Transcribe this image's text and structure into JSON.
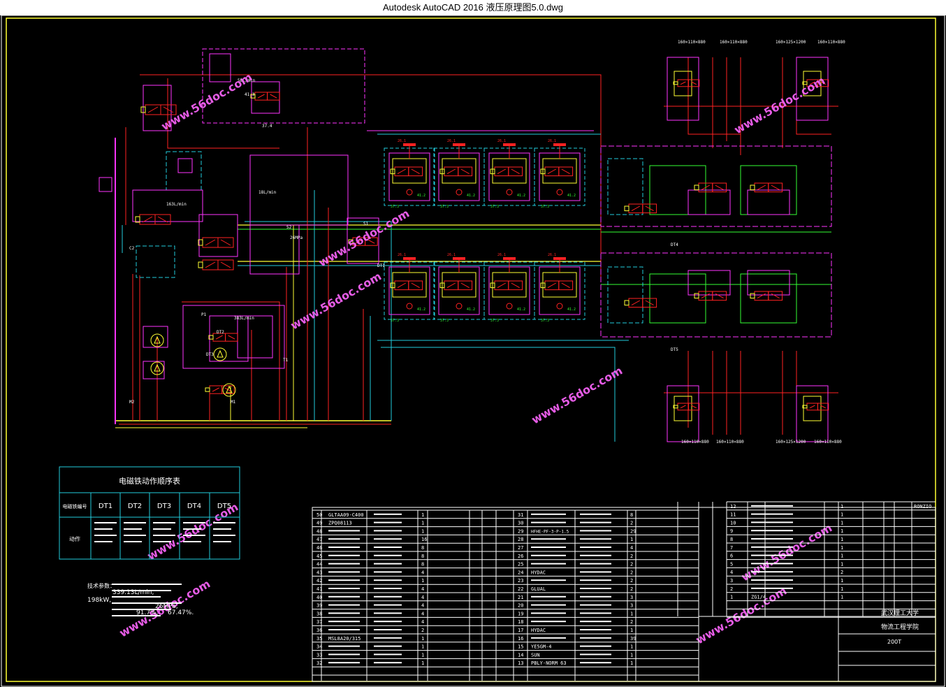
{
  "window": {
    "title": "Autodesk AutoCAD 2016    液压原理图5.0.dwg"
  },
  "watermark": "www.56doc.com",
  "colors": {
    "bg": "#000000",
    "magenta": "#ff33ff",
    "cyan": "#22ccdd",
    "red": "#ff2222",
    "yellow": "#ffff33",
    "green": "#33ff33",
    "white": "#ffffff"
  },
  "solenoid_table": {
    "title": "电磁铁动作顺序表",
    "header": [
      "电磁铁编号",
      "DT1",
      "DT2",
      "DT3",
      "DT4",
      "DT5"
    ],
    "row_label": "动作"
  },
  "notes": {
    "label": "技术参数：",
    "lines": [
      "339.13L/min,",
      "198kW,",
      "26MPa,",
      "91.7%,",
      "67.47%."
    ]
  },
  "diagram_labels": [
    "383L/min",
    "5BL/min",
    "18L/min",
    "163L/min",
    "26MPa",
    "C2",
    "S1",
    "S2",
    "P1",
    "T1",
    "M1",
    "M2",
    "DT1",
    "DT2",
    "DT3",
    "DT4",
    "DT5",
    "37.4",
    "41.3"
  ],
  "cylinder_labels": [
    "160×110×880",
    "160×110×880",
    "160×125×1200",
    "160×110×880"
  ],
  "bom": {
    "left_rows": [
      {
        "no": "50",
        "code": "GLTAA09-C400",
        "qty": "1"
      },
      {
        "no": "49",
        "code": "ZPQ08113",
        "qty": "1"
      },
      {
        "no": "48",
        "code": "",
        "qty": "1"
      },
      {
        "no": "47",
        "code": "",
        "qty": "16"
      },
      {
        "no": "46",
        "code": "",
        "qty": "8"
      },
      {
        "no": "45",
        "code": "",
        "qty": "8"
      },
      {
        "no": "44",
        "code": "",
        "qty": "8"
      },
      {
        "no": "43",
        "code": "",
        "qty": "4"
      },
      {
        "no": "42",
        "code": "",
        "qty": "1"
      },
      {
        "no": "41",
        "code": "",
        "qty": "4"
      },
      {
        "no": "40",
        "code": "",
        "qty": "4"
      },
      {
        "no": "39",
        "code": "",
        "qty": "4"
      },
      {
        "no": "38",
        "code": "",
        "qty": "4"
      },
      {
        "no": "37",
        "code": "",
        "qty": "4"
      },
      {
        "no": "36",
        "code": "",
        "qty": "2"
      },
      {
        "no": "35",
        "code": "MSL8A20/315",
        "qty": "1"
      },
      {
        "no": "34",
        "code": "",
        "qty": "1"
      },
      {
        "no": "33",
        "code": "",
        "qty": "1"
      },
      {
        "no": "32",
        "code": "",
        "qty": "1"
      }
    ],
    "mid_rows": [
      {
        "no": "31",
        "code": "",
        "qty": "8"
      },
      {
        "no": "30",
        "code": "",
        "qty": "2"
      },
      {
        "no": "29",
        "code": "HFHE-PF-3-P-1.5",
        "qty": "29"
      },
      {
        "no": "28",
        "code": "",
        "qty": "1"
      },
      {
        "no": "27",
        "code": "",
        "qty": "4"
      },
      {
        "no": "26",
        "code": "",
        "qty": "2"
      },
      {
        "no": "25",
        "code": "",
        "qty": "2"
      },
      {
        "no": "24",
        "code": "HYDAC",
        "qty": "2"
      },
      {
        "no": "23",
        "code": "",
        "qty": "2"
      },
      {
        "no": "22",
        "code": "GLUAL",
        "qty": "2"
      },
      {
        "no": "21",
        "code": "",
        "qty": "3"
      },
      {
        "no": "20",
        "code": "",
        "qty": "3"
      },
      {
        "no": "19",
        "code": "",
        "qty": "1"
      },
      {
        "no": "18",
        "code": "",
        "qty": "2"
      },
      {
        "no": "17",
        "code": "HYDAC",
        "qty": "1"
      },
      {
        "no": "16",
        "code": "",
        "qty": "39"
      },
      {
        "no": "15",
        "code": "YE5GM-4",
        "qty": "1"
      },
      {
        "no": "14",
        "code": "SUN",
        "qty": "1"
      },
      {
        "no": "13",
        "code": "PBLY-NORM 63",
        "qty": "1"
      }
    ],
    "right_rows": [
      {
        "no": "12",
        "code": "",
        "qty": "1",
        "mat": "RONZIO"
      },
      {
        "no": "11",
        "code": "",
        "qty": "1",
        "mat": ""
      },
      {
        "no": "10",
        "code": "",
        "qty": "1",
        "mat": ""
      },
      {
        "no": "9",
        "code": "",
        "qty": "1",
        "mat": ""
      },
      {
        "no": "8",
        "code": "",
        "qty": "1",
        "mat": ""
      },
      {
        "no": "7",
        "code": "",
        "qty": "1",
        "mat": ""
      },
      {
        "no": "6",
        "code": "",
        "qty": "1",
        "mat": ""
      },
      {
        "no": "5",
        "code": "",
        "qty": "1",
        "mat": ""
      },
      {
        "no": "4",
        "code": "",
        "qty": "2",
        "mat": ""
      },
      {
        "no": "3",
        "code": "",
        "qty": "1",
        "mat": ""
      },
      {
        "no": "2",
        "code": "",
        "qty": "1",
        "mat": ""
      },
      {
        "no": "1",
        "code": "ZG1/4",
        "qty": "1",
        "mat": ""
      }
    ],
    "title_block": {
      "school": "武汉理工大学",
      "college": "物流工程学院",
      "drawing": "200T"
    }
  }
}
